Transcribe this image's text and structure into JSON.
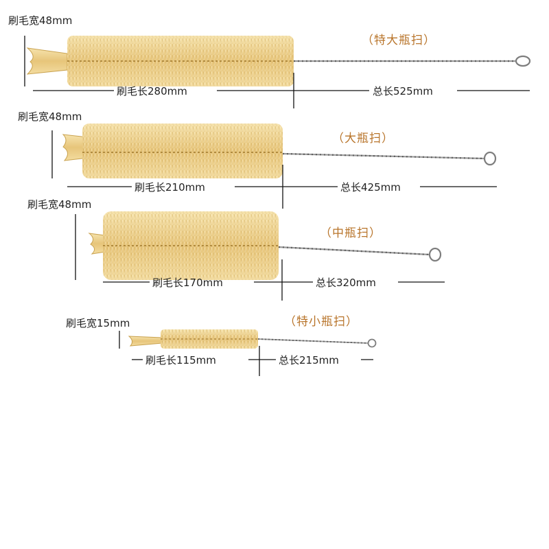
{
  "colors": {
    "bristle_light": "#f3dca0",
    "bristle_dark": "#c9a24f",
    "wire": "#9a9a9a",
    "name_text": "#b8742a",
    "dim_line": "#111111"
  },
  "brushes": [
    {
      "name": "（特大瓶扫）",
      "width_label": "刷毛宽48mm",
      "bristle_label": "刷毛长280mm",
      "total_label": "总长525mm"
    },
    {
      "name": "（大瓶扫）",
      "width_label": "刷毛宽48mm",
      "bristle_label": "刷毛长210mm",
      "total_label": "总长425mm"
    },
    {
      "name": "（中瓶扫）",
      "width_label": "刷毛宽48mm",
      "bristle_label": "刷毛长170mm",
      "total_label": "总长320mm"
    },
    {
      "name": "（特小瓶扫）",
      "width_label": "刷毛宽15mm",
      "bristle_label": "刷毛长115mm",
      "total_label": "总长215mm"
    }
  ]
}
